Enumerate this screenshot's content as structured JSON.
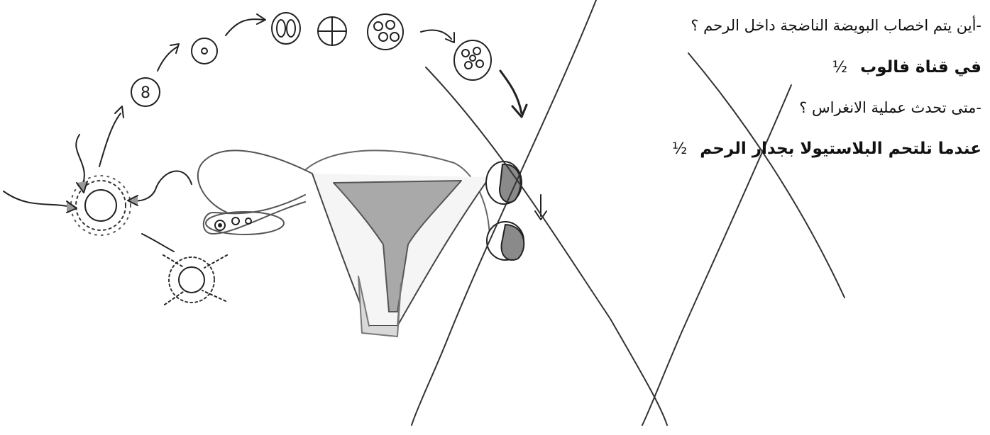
{
  "questions": [
    {
      "question": "-أين يتم اخصاب البويضة الناضجة داخل الرحم ؟",
      "answer": "في قناة فالوب",
      "mark": "½"
    },
    {
      "question": "-متى تحدث عملية الانغراس ؟",
      "answer": "عندما تلتحم البلاستيولا بجدار الرحم",
      "mark": "½"
    }
  ],
  "colors": {
    "ink": "#111111",
    "tissue": "#9a9a9a",
    "light": "#d9d9d9"
  }
}
